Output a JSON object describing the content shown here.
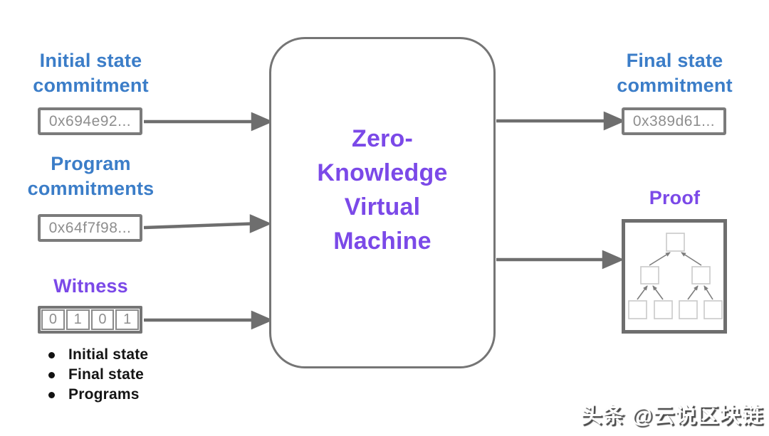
{
  "left_column": {
    "initial_state": {
      "label_line1": "Initial state",
      "label_line2": "commitment",
      "hash": "0x694e92..."
    },
    "program": {
      "label_line1": "Program",
      "label_line2": "commitments",
      "hash": "0x64f7f98..."
    },
    "witness": {
      "label": "Witness",
      "bits": [
        "0",
        "1",
        "0",
        "1"
      ],
      "notes": [
        "Initial state",
        "Final state",
        "Programs"
      ]
    }
  },
  "vm_box": {
    "line1": "Zero-",
    "line2": "Knowledge",
    "line3": "Virtual",
    "line4": "Machine"
  },
  "right_column": {
    "final_state": {
      "label_line1": "Final state",
      "label_line2": "commitment",
      "hash": "0x389d61..."
    },
    "proof": {
      "label": "Proof"
    }
  },
  "watermark": "头条 @云说区块链",
  "colors": {
    "label_blue": "#3b7dc8",
    "accent_purple": "#7b49e8",
    "connector_gray": "#6e6e6e",
    "box_border_gray": "#757575",
    "hash_text_gray": "#8e8e8e",
    "note_black": "#141414"
  }
}
